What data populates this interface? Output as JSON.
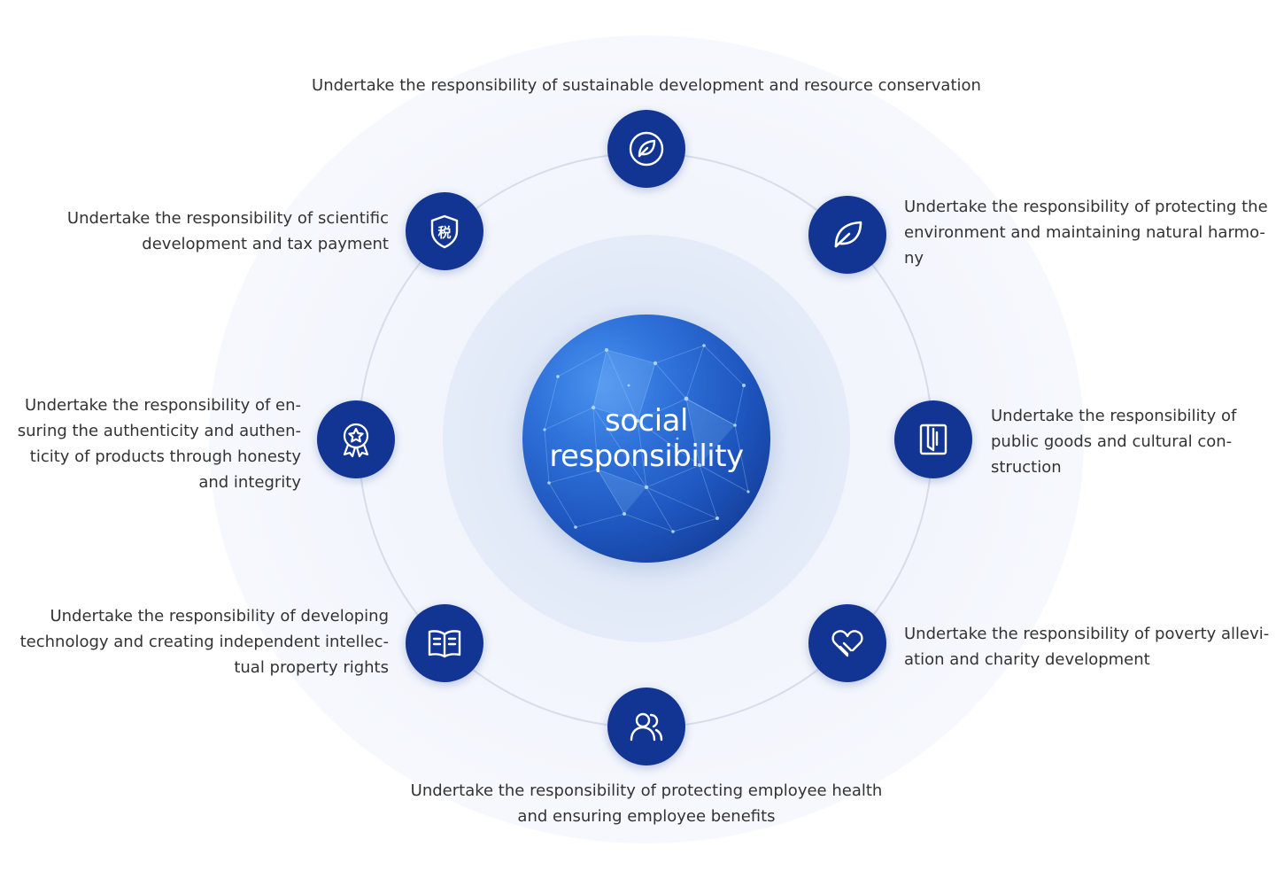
{
  "center": {
    "lines": [
      "social",
      "responsibility"
    ]
  },
  "nodes": [
    {
      "icon": "leaf-circle-icon",
      "lines": [
        "Undertake the responsibility of sustainable development and resource conservation"
      ]
    },
    {
      "icon": "leaf-icon",
      "lines": [
        "Undertake the responsibility of protecting the",
        "environment and maintaining natural harmo-",
        "ny"
      ]
    },
    {
      "icon": "book-page-icon",
      "lines": [
        "Undertake the responsibility of",
        "public goods and cultural con-",
        "struction"
      ]
    },
    {
      "icon": "heart-hand-icon",
      "lines": [
        "Undertake the responsibility of poverty allevi-",
        "ation and charity development"
      ]
    },
    {
      "icon": "people-icon",
      "lines": [
        "Undertake the responsibility of protecting employee health",
        "and ensuring employee benefits"
      ]
    },
    {
      "icon": "open-book-icon",
      "lines": [
        "Undertake the responsibility of developing",
        "technology and creating independent intellec-",
        "tual property rights"
      ]
    },
    {
      "icon": "medal-star-icon",
      "lines": [
        "Undertake the responsibility of en-",
        "suring the authenticity and authen-",
        "ticity of products through honesty",
        "and integrity"
      ]
    },
    {
      "icon": "tax-shield-icon",
      "badge_text": "税",
      "lines": [
        "Undertake the responsibility of scientific",
        "development and tax payment"
      ]
    }
  ],
  "colors": {
    "node": "#123593",
    "text": "#333333",
    "ring": "#d6dce8"
  }
}
